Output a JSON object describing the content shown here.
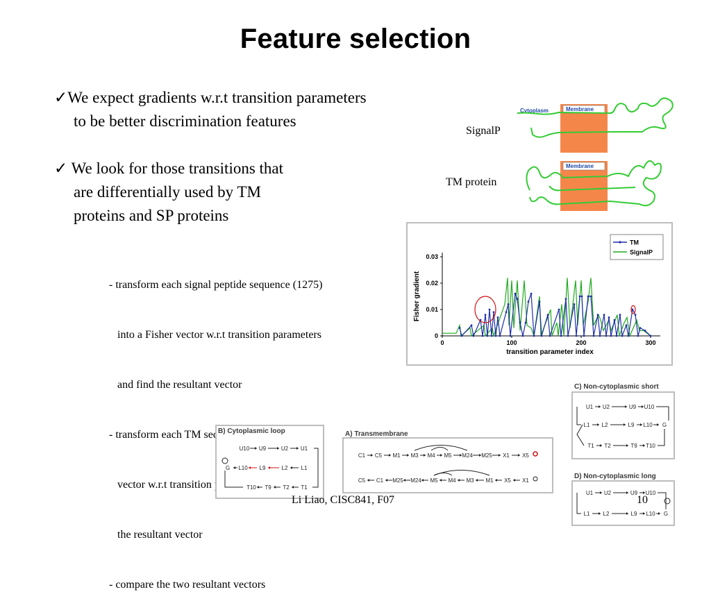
{
  "slide": {
    "title": "Feature selection",
    "bullet1": {
      "check": "✓",
      "line1": "We expect gradients w.r.t transition parameters",
      "line2": "to be better discrimination features"
    },
    "bullet2": {
      "check": "✓",
      "line1": "We look for those transitions that",
      "line2": "are differentially used by TM",
      "line3": "proteins and SP proteins"
    },
    "steps": [
      "- transform each signal peptide sequence (1275)",
      "   into a Fisher vector w.r.t transition parameters",
      "   and find the resultant vector",
      "- transform each TM sequence into a Fisher",
      "   vector w.r.t transition parameters and find",
      "   the resultant vector",
      "- compare the two resultant vectors"
    ],
    "footer": {
      "author": "Li Liao, CISC841, F07",
      "page": "10"
    }
  },
  "membrane_figure": {
    "signalp_label": "SignalP",
    "tm_label": "TM protein",
    "cytoplasm_label": "Cytoplasm",
    "membrane_label": "Membrane",
    "colors": {
      "membrane": "#f5864a",
      "chain": "#33cc33",
      "label_blue": "#1f49a8"
    }
  },
  "chart_data": {
    "type": "line",
    "xlabel": "transition parameter index",
    "ylabel": "Fisher gradient",
    "xlim": [
      0,
      310
    ],
    "ylim": [
      0,
      0.03
    ],
    "xticks": [
      0,
      100,
      200,
      300
    ],
    "yticks": [
      0,
      0.01,
      0.02,
      0.03
    ],
    "ytick_labels": [
      "0",
      "0.01",
      "0.02",
      "0.03"
    ],
    "legend_position": "top-right",
    "series": [
      {
        "name": "TM",
        "color": "#1f2fa8",
        "marker": "dot",
        "points": [
          [
            25,
            0.003
          ],
          [
            28,
            0
          ],
          [
            42,
            0.004
          ],
          [
            45,
            0
          ],
          [
            55,
            0.006
          ],
          [
            58,
            0
          ],
          [
            62,
            0.008
          ],
          [
            65,
            0
          ],
          [
            68,
            0.01
          ],
          [
            71,
            0
          ],
          [
            74,
            0.009
          ],
          [
            77,
            0
          ],
          [
            80,
            0.007
          ],
          [
            83,
            0
          ],
          [
            92,
            0.009
          ],
          [
            95,
            0.012
          ],
          [
            98,
            0
          ],
          [
            105,
            0.016
          ],
          [
            108,
            0.014
          ],
          [
            112,
            0.005
          ],
          [
            116,
            0
          ],
          [
            120,
            0.005
          ],
          [
            124,
            0.013
          ],
          [
            128,
            0.016
          ],
          [
            132,
            0
          ],
          [
            140,
            0.013
          ],
          [
            143,
            0
          ],
          [
            152,
            0.008
          ],
          [
            155,
            0
          ],
          [
            168,
            0.01
          ],
          [
            171,
            0
          ],
          [
            178,
            0.014
          ],
          [
            181,
            0
          ],
          [
            190,
            0.012
          ],
          [
            193,
            0
          ],
          [
            198,
            0.015
          ],
          [
            201,
            0.015
          ],
          [
            204,
            0
          ],
          [
            210,
            0.015
          ],
          [
            214,
            0.015
          ],
          [
            218,
            0
          ],
          [
            224,
            0.008
          ],
          [
            227,
            0
          ],
          [
            233,
            0.008
          ],
          [
            236,
            0
          ],
          [
            240,
            0.007
          ],
          [
            243,
            0
          ],
          [
            248,
            0.006
          ],
          [
            251,
            0
          ],
          [
            256,
            0.008
          ],
          [
            259,
            0
          ],
          [
            265,
            0.004
          ],
          [
            268,
            0
          ],
          [
            274,
            0.01
          ],
          [
            278,
            0.008
          ],
          [
            282,
            0
          ],
          [
            285,
            0.003
          ],
          [
            292,
            0.002
          ],
          [
            300,
            0
          ]
        ]
      },
      {
        "name": "SignalP",
        "color": "#1faa1f",
        "marker": "none",
        "points": [
          [
            0,
            0.001
          ],
          [
            20,
            0.001
          ],
          [
            25,
            0.004
          ],
          [
            27,
            0
          ],
          [
            40,
            0.003
          ],
          [
            42,
            0
          ],
          [
            60,
            0.004
          ],
          [
            62,
            0
          ],
          [
            72,
            0.003
          ],
          [
            74,
            0
          ],
          [
            90,
            0.012
          ],
          [
            94,
            0.022
          ],
          [
            96,
            0.004
          ],
          [
            100,
            0.021
          ],
          [
            103,
            0.003
          ],
          [
            108,
            0.021
          ],
          [
            112,
            0.002
          ],
          [
            118,
            0.021
          ],
          [
            122,
            0.004
          ],
          [
            128,
            0.003
          ],
          [
            132,
            0
          ],
          [
            140,
            0.015
          ],
          [
            142,
            0
          ],
          [
            156,
            0.01
          ],
          [
            158,
            0
          ],
          [
            165,
            0.005
          ],
          [
            167,
            0
          ],
          [
            172,
            0.012
          ],
          [
            175,
            0
          ],
          [
            180,
            0.022
          ],
          [
            184,
            0.003
          ],
          [
            192,
            0.021
          ],
          [
            195,
            0.004
          ],
          [
            200,
            0.021
          ],
          [
            203,
            0.004
          ],
          [
            210,
            0.013
          ],
          [
            214,
            0.022
          ],
          [
            218,
            0.004
          ],
          [
            225,
            0.008
          ],
          [
            228,
            0.006
          ],
          [
            232,
            0.002
          ],
          [
            240,
            0.006
          ],
          [
            243,
            0.002
          ],
          [
            252,
            0.008
          ],
          [
            255,
            0
          ],
          [
            262,
            0.005
          ],
          [
            266,
            0.007
          ],
          [
            270,
            0
          ],
          [
            280,
            0.006
          ],
          [
            284,
            0.002
          ],
          [
            290,
            0.002
          ],
          [
            300,
            0
          ]
        ]
      }
    ],
    "highlights": [
      {
        "x": 62,
        "y": 0.01,
        "rx": 15,
        "ry": 0.005
      },
      {
        "x": 275,
        "y": 0.01,
        "rx": 3,
        "ry": 0.0015
      }
    ]
  },
  "state_diagrams": {
    "B": {
      "title": "B) Cytoplasmic loop",
      "row1": [
        "U10",
        "U9",
        "U2",
        "U1"
      ],
      "row2": [
        "G",
        "L10",
        "L9",
        "L2",
        "L1"
      ],
      "row3": [
        "T10",
        "T9",
        "T2",
        "T1"
      ]
    },
    "A": {
      "title": "A) Transmembrane",
      "row1": [
        "C1",
        "C5",
        "M1",
        "M3",
        "M4",
        "M5",
        "M24",
        "M25",
        "X1",
        "X5"
      ],
      "row2": [
        "C5",
        "C1",
        "M25",
        "M24",
        "M5",
        "M4",
        "M3",
        "M1",
        "X5",
        "X1"
      ]
    },
    "C": {
      "title": "C) Non-cytoplasmic short",
      "row1": [
        "U1",
        "U2",
        "U9",
        "U10"
      ],
      "row2": [
        "L1",
        "L2",
        "L9",
        "L10",
        "G"
      ],
      "row3": [
        "T1",
        "T2",
        "T9",
        "T10"
      ]
    },
    "D": {
      "title": "D) Non-cytoplasmic long",
      "row1": [
        "U1",
        "U2",
        "U9",
        "U10"
      ],
      "row2": [
        "L1",
        "L2",
        "L9",
        "L10",
        "G"
      ]
    }
  }
}
